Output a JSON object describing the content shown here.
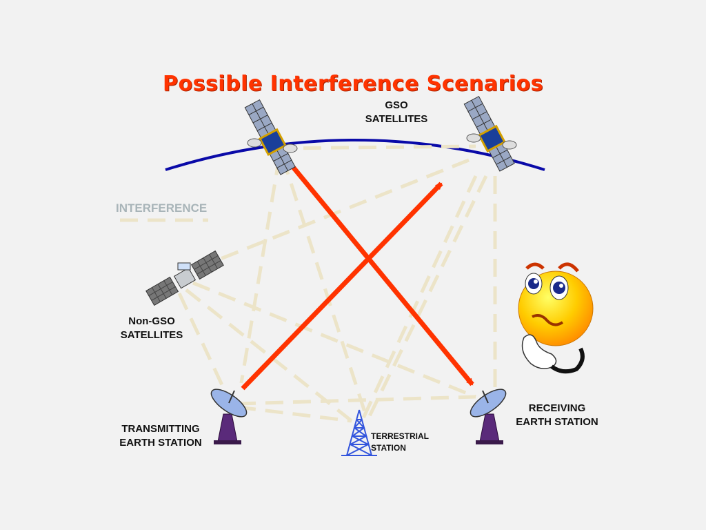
{
  "title": "Possible Interference Scenarios",
  "labels": {
    "gso": [
      "GSO",
      "SATELLITES"
    ],
    "interference": "INTERFERENCE",
    "non_gso": [
      "Non-GSO",
      "SATELLITES"
    ],
    "transmitting": [
      "TRANSMITTING",
      "EARTH STATION"
    ],
    "receiving": [
      "RECEIVING",
      "EARTH STATION"
    ],
    "terrestrial": [
      "TERRESTRIAL",
      "STATION"
    ]
  },
  "colors": {
    "title": "#ff3300",
    "signal_arrow": "#ff3300",
    "interference_line": "#ece4c8",
    "orbit_arc": "#0a0aa8",
    "terrestrial_tower": "#3355dd",
    "dish_base": "#5a2a7a"
  },
  "icons": [
    "gso-satellite-icon",
    "non-gso-satellite-icon",
    "dish-antenna-icon",
    "radio-tower-icon",
    "thinking-face-icon"
  ]
}
